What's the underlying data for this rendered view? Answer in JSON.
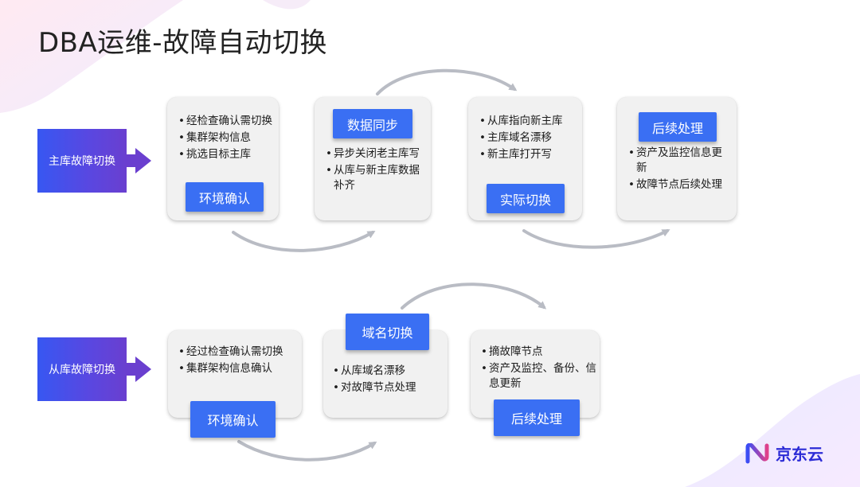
{
  "title": "DBA运维-故障自动切换",
  "master": {
    "label": "主库故障切换",
    "steps": [
      {
        "tag": "环境确认",
        "bullets": [
          "经检查确认需切换",
          "集群架构信息",
          "挑选目标主库"
        ]
      },
      {
        "tag": "数据同步",
        "bullets": [
          "异步关闭老主库写",
          "从库与新主库数据补齐"
        ]
      },
      {
        "tag": "实际切换",
        "bullets": [
          "从库指向新主库",
          "主库域名漂移",
          "新主库打开写"
        ]
      },
      {
        "tag": "后续处理",
        "bullets": [
          "资产及监控信息更新",
          "故障节点后续处理"
        ]
      }
    ]
  },
  "slave": {
    "label": "从库故障切换",
    "steps": [
      {
        "tag": "环境确认",
        "bullets": [
          "经过检查确认需切换",
          "集群架构信息确认"
        ]
      },
      {
        "tag": "域名切换",
        "bullets": [
          "从库域名漂移",
          "对故障节点处理"
        ]
      },
      {
        "tag": "后续处理",
        "bullets": [
          "摘故障节点",
          "资产及监控、备份、信息更新"
        ]
      }
    ]
  },
  "logo": {
    "text": "京东云"
  },
  "colors": {
    "accent": "#3a6ff3",
    "label_start": "#3757f2",
    "label_end": "#6a3fcf",
    "card": "#f1f1f1",
    "flow_arrow": "#b9bcc4",
    "logo": "#2b2bd6"
  }
}
